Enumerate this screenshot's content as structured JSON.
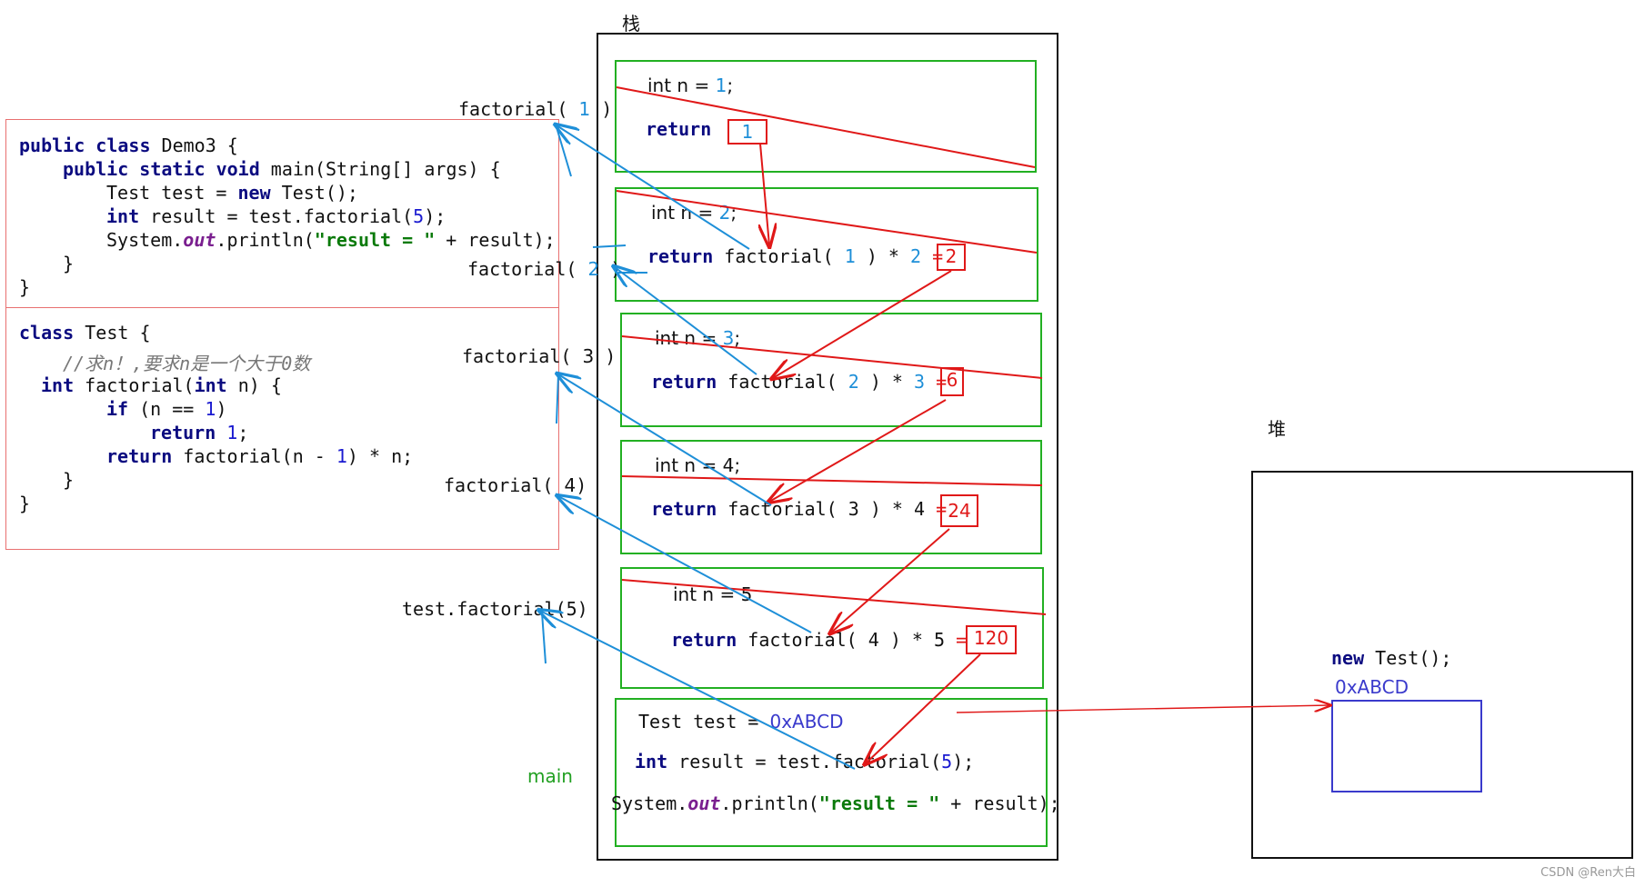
{
  "labels": {
    "stack": "栈",
    "heap": "堆",
    "main": "main",
    "watermark": "CSDN @Ren大白"
  },
  "calls": {
    "f1": {
      "prefix": "factorial(",
      "arg": "1",
      "suffix": " )"
    },
    "f2": {
      "prefix": "factorial(",
      "arg": "2",
      "suffix": ")"
    },
    "f3": {
      "prefix": "factorial(",
      "arg": "3",
      "suffix": " )"
    },
    "f4": {
      "prefix": "factorial(",
      "arg": "4",
      "suffix": ")"
    },
    "f5": {
      "prefix": "test.factorial(",
      "arg": "5",
      "suffix": ")"
    }
  },
  "code": {
    "l1": {
      "kw1": "public",
      "kw2": "class",
      "rest": " Demo3 {"
    },
    "l2": {
      "kw1": "public",
      "kw2": "static",
      "kw3": "void",
      "rest": " main(String[] args) {"
    },
    "l3": {
      "a": "Test test = ",
      "kw": "new",
      "b": " Test();"
    },
    "l4": {
      "kw": "int",
      "a": " result = test.factorial(",
      "num": "5",
      "b": ");"
    },
    "l5": {
      "a": "System.",
      "field": "out",
      "b": ".println(",
      "str": "\"result = \"",
      "c": " + result);"
    },
    "l6": "}",
    "l7": "}",
    "l8": {
      "kw": "class",
      "rest": " Test {"
    },
    "l9": "//求n！,要求n是一个大于0数",
    "l10": {
      "kw1": "int",
      "a": " factorial(",
      "kw2": "int",
      "b": " n) {"
    },
    "l11": {
      "kw": "if",
      "a": " (n == ",
      "num": "1",
      "b": ")"
    },
    "l12": {
      "kw": "return",
      "num": "1",
      "b": ";"
    },
    "l13": {
      "kw": "return",
      "a": " factorial(n - ",
      "num": "1",
      "b": ") * n;"
    },
    "l14": "}",
    "l15": "}"
  },
  "frames": [
    {
      "decl_prefix": "int n = ",
      "decl_val": "1",
      "decl_suffix": ";",
      "ret_kw": "return",
      "ret_box": "1"
    },
    {
      "decl_prefix": "int n = ",
      "decl_val": "2",
      "decl_suffix": ";",
      "ret_kw": "return",
      "ret_call": "factorial(",
      "arg": "1",
      "close": " ) * ",
      "mult": "2",
      "eq": "=",
      "result": "2"
    },
    {
      "decl_prefix": "int n = ",
      "decl_val": "3",
      "decl_suffix": ";",
      "ret_kw": "return",
      "ret_call": "factorial(",
      "arg": "2",
      "close": " ) * ",
      "mult": "3",
      "eq": "=",
      "result": "6"
    },
    {
      "decl_prefix": "int n = ",
      "decl_val": "4",
      "decl_suffix": ";",
      "ret_kw": "return",
      "ret_call": "factorial(",
      "arg": "3",
      "close": " ) * ",
      "mult": "4",
      "eq": "=",
      "result": "24"
    },
    {
      "decl_prefix": "int n = ",
      "decl_val": "5",
      "decl_suffix": "",
      "ret_kw": "return",
      "ret_call": "factorial(",
      "arg": "4",
      "close": " ) * ",
      "mult": "5",
      "eq": "=",
      "result": "120"
    }
  ],
  "main_frame": {
    "l1_a": "Test test = ",
    "l1_ref": "0xABCD",
    "l2_kw": "int",
    "l2_a": " result = test.factorial(",
    "l2_num": "5",
    "l2_b": ");",
    "l3_a": "System.",
    "l3_field": "out",
    "l3_b": ".println(",
    "l3_str": "\"result = \"",
    "l3_c": " + result);"
  },
  "heap": {
    "kw": "new",
    "rest": " Test();",
    "address": "0xABCD"
  },
  "colors": {
    "green_frame": "#22b022",
    "red_arrow": "#e01818",
    "blue_arrow": "#1e8fd8",
    "code_box": "#e87070",
    "object_box": "#3a3acc"
  }
}
